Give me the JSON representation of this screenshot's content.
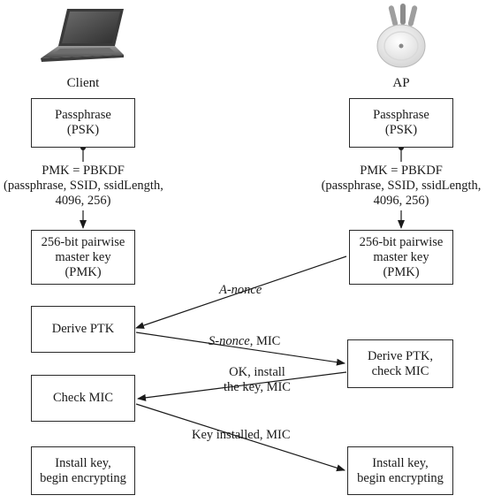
{
  "devices": {
    "client_label": "Client",
    "ap_label": "AP",
    "client_icon": "laptop-icon",
    "ap_icon": "wireless-access-point-icon"
  },
  "client": {
    "passphrase_box": [
      "Passphrase",
      "(PSK)"
    ],
    "pmk_formula": [
      "PMK = PBKDF",
      "(passphrase, SSID, ssidLength,",
      "4096, 256)"
    ],
    "pmk_box": [
      "256-bit pairwise",
      "master key",
      "(PMK)"
    ],
    "derive_box": [
      "Derive PTK"
    ],
    "check_box": [
      "Check MIC"
    ],
    "install_box": [
      "Install key,",
      "begin encrypting"
    ]
  },
  "ap": {
    "passphrase_box": [
      "Passphrase",
      "(PSK)"
    ],
    "pmk_formula": [
      "PMK = PBKDF",
      "(passphrase, SSID, ssidLength,",
      "4096, 256)"
    ],
    "pmk_box": [
      "256-bit pairwise",
      "master key",
      "(PMK)"
    ],
    "derive_box": [
      "Derive PTK,",
      "check MIC"
    ],
    "install_box": [
      "Install key,",
      "begin encrypting"
    ]
  },
  "messages": {
    "anonce": "A-nonce",
    "snonce_nonce": "S-nonce",
    "snonce_mic": ", MIC",
    "ok_install": [
      "OK, install",
      "the key, MIC"
    ],
    "key_installed": "Key installed, MIC"
  }
}
